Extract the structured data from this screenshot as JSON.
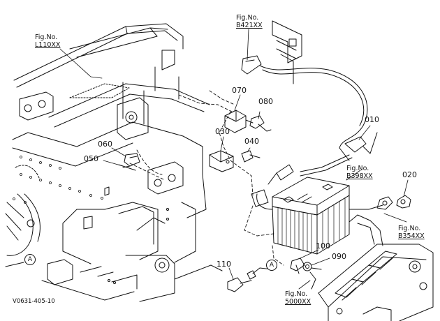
{
  "figure_refs": {
    "l110": {
      "fig": "Fig.No.",
      "code": "L110XX"
    },
    "b421": {
      "fig": "Fig.No.",
      "code": "B421XX"
    },
    "b398": {
      "fig": "Fig.No.",
      "code": "B398XX"
    },
    "b354": {
      "fig": "Fig.No.",
      "code": "B354XX"
    },
    "x5000": {
      "fig": "Fig.No.",
      "code": "5000XX"
    }
  },
  "part_numbers": {
    "p010": "010",
    "p020": "020",
    "p030": "030",
    "p040": "040",
    "p050": "050",
    "p060": "060",
    "p070": "070",
    "p080": "080",
    "p090": "090",
    "p100": "100",
    "p110": "110"
  },
  "connectors": {
    "a_left": "A",
    "a_right": "A"
  },
  "drawing_ref": "V0631-405-10"
}
